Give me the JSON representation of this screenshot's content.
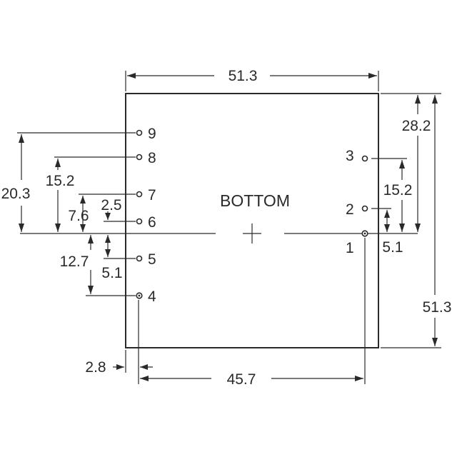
{
  "title": "BOTTOM",
  "dimensions": {
    "top_width": "51.3",
    "right_height": "51.3",
    "right_28_2": "28.2",
    "right_15_2": "15.2",
    "right_5_1": "5.1",
    "left_20_3": "20.3",
    "left_15_2": "15.2",
    "left_7_6": "7.6",
    "left_2_5": "2.5",
    "left_12_7": "12.7",
    "left_5_1": "5.1",
    "bottom_2_8": "2.8",
    "bottom_45_7": "45.7"
  },
  "pins": {
    "p1": "1",
    "p2": "2",
    "p3": "3",
    "p4": "4",
    "p5": "5",
    "p6": "6",
    "p7": "7",
    "p8": "8",
    "p9": "9"
  },
  "colors": {
    "line": "#2a2a2a",
    "background": "#ffffff"
  }
}
